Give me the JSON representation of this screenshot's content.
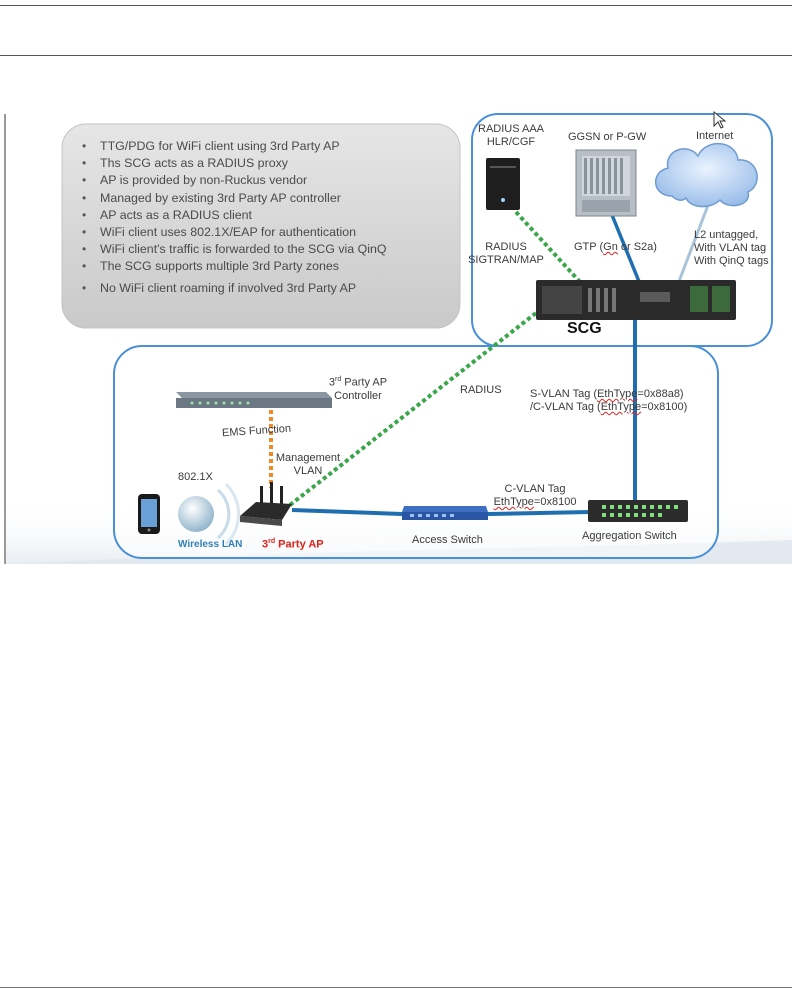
{
  "bullets": [
    "TTG/PDG for WiFi client using 3rd Party AP",
    "Ths SCG acts as a RADIUS proxy",
    "AP is provided by non-Ruckus vendor",
    "Managed by existing 3rd Party AP controller",
    "AP acts as a RADIUS client",
    "WiFi client uses 802.1X/EAP for authentication",
    "WiFi client's traffic is forwarded to the SCG via QinQ",
    "The SCG supports multiple 3rd Party zones",
    "No WiFi client roaming if involved 3rd Party AP"
  ],
  "labels": {
    "radius_aaa": "RADIUS AAA",
    "hlr_cgf": "HLR/CGF",
    "ggsn": "GGSN or P-GW",
    "internet": "Internet",
    "radius_sigtran_1": "RADIUS",
    "radius_sigtran_2": "SIGTRAN/MAP",
    "gtp_1": "GTP (",
    "gtp_gn": "Gn",
    "gtp_2": " or S2a)",
    "l2_1": "L2 untagged,",
    "l2_2": "With VLAN tag",
    "l2_3": "With QinQ tags",
    "scg": "SCG",
    "ctrl_1a": "3",
    "ctrl_1sup": "rd",
    "ctrl_1b": " Party AP",
    "ctrl_2": "Controller",
    "radius": "RADIUS",
    "svlan_1": "S-VLAN Tag  (",
    "svlan_eth": "EthType",
    "svlan_2": "=0x88a8)",
    "cvlan_1": "/C-VLAN Tag (",
    "cvlan_eth": "EthType",
    "cvlan_2": "=0x8100)",
    "ems": "EMS Function",
    "mgmt_1": "Management",
    "mgmt_2": "VLAN",
    "dot1x": "802.1X",
    "cvlan_tag": "C-VLAN Tag",
    "ethtype_1": "EthType",
    "ethtype_2": "=0x8100",
    "wireless_lan": "Wireless LAN",
    "ap_3": "3",
    "ap_rd": "rd",
    "ap_party": " Party AP",
    "access_switch": "Access Switch",
    "aggregation_switch": "Aggregation Switch"
  },
  "colors": {
    "box_border": "#4a90d9",
    "radius_link": "#3aa64a",
    "data_link": "#1f6fb0",
    "mgmt_link": "#f08a24",
    "ap_label": "#e0201a"
  }
}
